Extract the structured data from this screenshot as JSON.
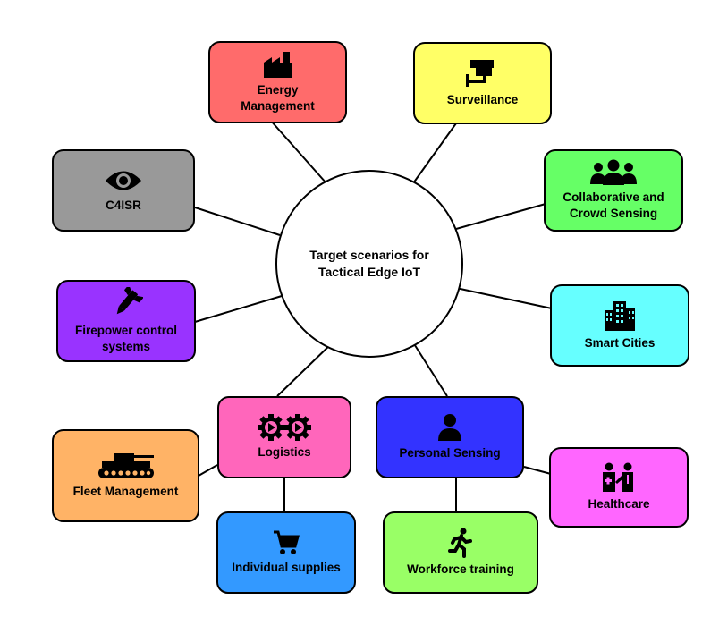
{
  "hub": {
    "line1": "Target scenarios for",
    "line2": "Tactical Edge IoT"
  },
  "nodes": {
    "energy": {
      "line1": "Energy",
      "line2": "Management",
      "color": "#ff6b6b",
      "icon": "factory-icon"
    },
    "surveillance": {
      "line1": "Surveillance",
      "color": "#ffff66",
      "icon": "security-camera-icon"
    },
    "collab": {
      "line1": "Collaborative and",
      "line2": "Crowd Sensing",
      "color": "#66ff66",
      "icon": "group-icon"
    },
    "c4isr": {
      "line1": "C4ISR",
      "color": "#999999",
      "icon": "eye-icon"
    },
    "smartcities": {
      "line1": "Smart Cities",
      "color": "#66ffff",
      "icon": "city-buildings-icon"
    },
    "firepower": {
      "line1": "Firepower control",
      "line2": "systems",
      "color": "#9933ff",
      "icon": "missile-icon"
    },
    "logistics": {
      "line1": "Logistics",
      "color": "#ff66bb",
      "icon": "gears-icon"
    },
    "personal": {
      "line1": "Personal Sensing",
      "color": "#3333ff",
      "icon": "person-icon"
    },
    "fleet": {
      "line1": "Fleet Management",
      "color": "#ffb366",
      "icon": "tank-icon"
    },
    "healthcare": {
      "line1": "Healthcare",
      "color": "#ff66ff",
      "icon": "medical-staff-icon"
    },
    "supplies": {
      "line1": "Individual supplies",
      "color": "#3399ff",
      "icon": "shopping-cart-icon"
    },
    "workforce": {
      "line1": "Workforce training",
      "color": "#99ff66",
      "icon": "running-person-icon"
    }
  }
}
